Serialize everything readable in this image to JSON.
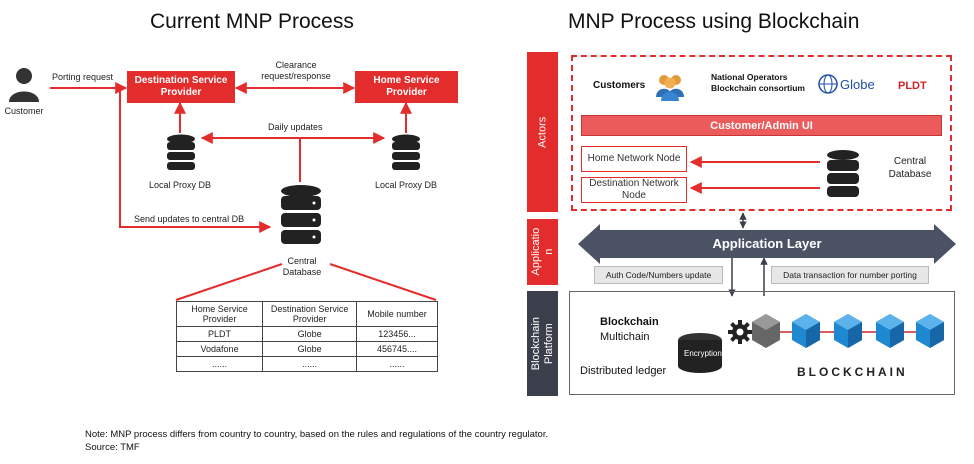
{
  "left": {
    "title": "Current MNP Process",
    "customer_label": "Customer",
    "porting_request": "Porting request",
    "destination_sp": "Destination Service Provider",
    "home_sp": "Home Service Provider",
    "clearance": "Clearance request/response",
    "daily_updates": "Daily updates",
    "local_proxy_left": "Local Proxy DB",
    "local_proxy_right": "Local Proxy DB",
    "send_updates": "Send updates to central DB",
    "central_db": "Central Database",
    "table": {
      "headers": [
        "Home Service Provider",
        "Destination Service Provider",
        "Mobile number"
      ],
      "rows": [
        [
          "PLDT",
          "Globe",
          "123456..."
        ],
        [
          "Vodafone",
          "Globe",
          "456745...."
        ],
        [
          "......",
          "......",
          "......"
        ]
      ]
    }
  },
  "right": {
    "title": "MNP Process using Blockchain",
    "actors_label": "Actors",
    "application_label": "Applicatio n",
    "blockchain_platform_label": "Blockchain Platform",
    "customers": "Customers",
    "national_operators": "National Operators Blockchain consortium",
    "globe": "Globe",
    "pldt": "PLDT",
    "customer_admin_ui": "Customer/Admin UI",
    "home_network_node": "Home Network Node",
    "destination_network_node": "Destination Network Node",
    "central_database": "Central Database",
    "application_layer": "Application Layer",
    "auth_code": "Auth Code/Numbers update",
    "data_transaction": "Data transaction for number porting",
    "blockchain_label": "Blockchain",
    "multichain": "Multichain",
    "encryption": "Encryption",
    "distributed_ledger": "Distributed ledger",
    "blockchain_word": "BLOCKCHAIN"
  },
  "note": {
    "line1": "Note: MNP process differs from country to country, based on the rules and regulations of the country regulator.",
    "line2": "Source:  TMF"
  },
  "colors": {
    "red": "#e32c2c",
    "dark": "#3a3f4b",
    "cube": "#1e88d0"
  }
}
